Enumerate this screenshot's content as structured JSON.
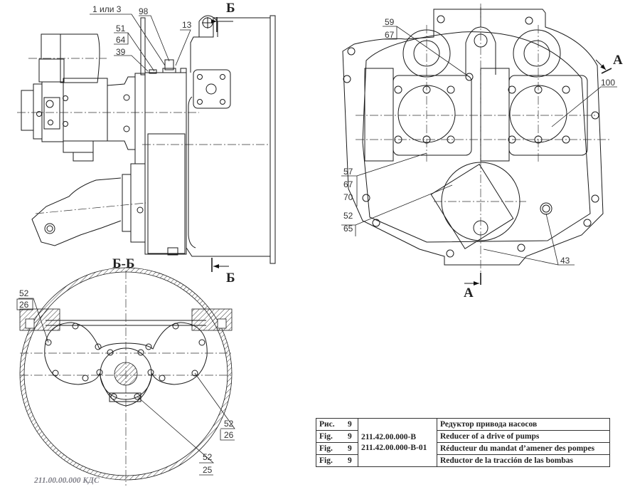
{
  "drawing": {
    "number": "211.00.00.000 КДС",
    "sections": {
      "b_top": "Б",
      "b_bottom": "Б",
      "bb_title": "Б-Б",
      "a_right": "А",
      "a_bottom": "А"
    },
    "callouts": {
      "left_view": {
        "c1": "1 или 3",
        "c98": "98",
        "c13": "13",
        "c51": "51",
        "c64": "64",
        "c39": "39"
      },
      "right_view": {
        "c59": "59",
        "c67a": "67",
        "c100": "100",
        "c57": "57",
        "c67b": "67",
        "c70": "70",
        "c52": "52",
        "c65": "65",
        "c43": "43"
      },
      "section_view": {
        "tl_top": "52",
        "tl_bot": "26",
        "r_top": "52",
        "r_bot": "26",
        "b_top": "52",
        "b_bot": "25"
      }
    }
  },
  "legend": {
    "rows": [
      {
        "key": "Рис.",
        "num": "9",
        "title": "Редуктор привода насосов"
      },
      {
        "key": "Fig.",
        "num": "9",
        "title": "Reducer of a drive of pumps"
      },
      {
        "key": "Fig.",
        "num": "9",
        "title": "Réducteur du mandat d’amener des pompes"
      },
      {
        "key": "Fig.",
        "num": "9",
        "title": "Reductor de la tracción de las bombas"
      }
    ],
    "codes": [
      "211.42.00.000-В",
      "211.42.00.000-В-01"
    ]
  }
}
